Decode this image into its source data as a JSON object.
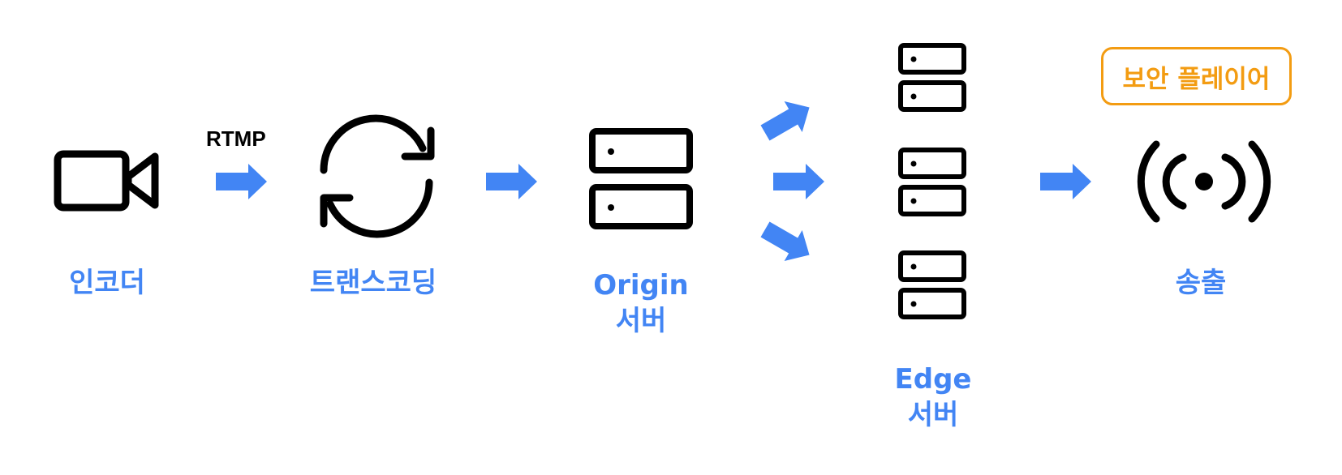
{
  "nodes": {
    "encoder": {
      "label": "인코더",
      "icon": "video-camera-icon"
    },
    "transcoding": {
      "label": "트랜스코딩",
      "icon": "refresh-cycle-icon"
    },
    "origin": {
      "label_line1": "Origin",
      "label_line2": "서버",
      "icon": "server-icon"
    },
    "edge": {
      "label_line1": "Edge",
      "label_line2": "서버",
      "icon": "server-stack-icon"
    },
    "broadcast": {
      "label": "송출",
      "icon": "broadcast-signal-icon"
    }
  },
  "protocol_label": "RTMP",
  "secure_player": {
    "label": "보안 플레이어"
  },
  "colors": {
    "label_blue": "#4285F4",
    "arrow_blue": "#4285F4",
    "icon_black": "#000000",
    "accent_orange": "#F39C12"
  }
}
